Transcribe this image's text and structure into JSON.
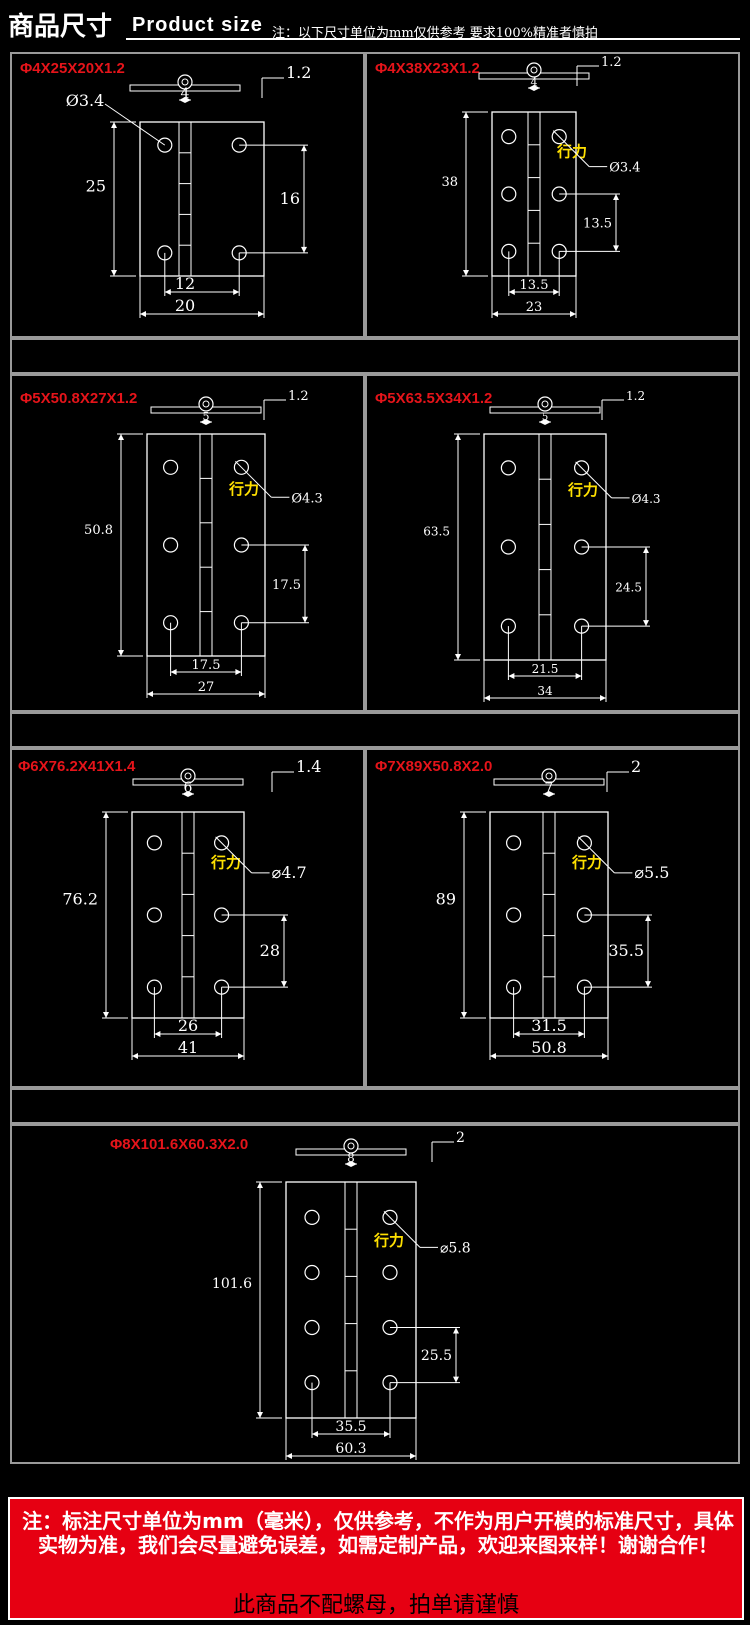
{
  "header": {
    "title_cn": "商品尺寸",
    "title_en": "Product size",
    "note": "注：以下尺寸单位为mm仅供参考 要求100%精准者慎拍"
  },
  "brand_text": "行力",
  "colors": {
    "background": "#000000",
    "spec": "#e5141a",
    "brand": "#ffe000",
    "footer": "#e60012",
    "border": "#9a9a9a"
  },
  "hinges": [
    {
      "spec": "Φ4X25X20X1.2",
      "thickness": "1.2",
      "knuckle": "4",
      "hole": "Ø3.4",
      "height": "25",
      "hole_pitch": "16",
      "hole_span": "12",
      "width": "20"
    },
    {
      "spec": "Φ4X38X23X1.2",
      "thickness": "1.2",
      "knuckle": "4",
      "hole": "Ø3.4",
      "height": "38",
      "hole_pitch": "13.5",
      "hole_span": "13.5",
      "width": "23"
    },
    {
      "spec": "Φ5X50.8X27X1.2",
      "thickness": "1.2",
      "knuckle": "5",
      "hole": "Ø4.3",
      "height": "50.8",
      "hole_pitch": "17.5",
      "hole_span": "17.5",
      "width": "27"
    },
    {
      "spec": "Φ5X63.5X34X1.2",
      "thickness": "1.2",
      "knuckle": "5",
      "hole": "Ø4.3",
      "height": "63.5",
      "hole_pitch": "24.5",
      "hole_span": "21.5",
      "width": "34"
    },
    {
      "spec": "Φ6X76.2X41X1.4",
      "thickness": "1.4",
      "knuckle": "6",
      "hole": "⌀4.7",
      "height": "76.2",
      "hole_pitch": "28",
      "hole_span": "26",
      "width": "41"
    },
    {
      "spec": "Φ7X89X50.8X2.0",
      "thickness": "2",
      "knuckle": "7",
      "hole": "⌀5.5",
      "height": "89",
      "hole_pitch": "35.5",
      "hole_span": "31.5",
      "width": "50.8"
    },
    {
      "spec": "Φ8X101.6X60.3X2.0",
      "thickness": "2",
      "knuckle": "8",
      "hole": "⌀5.8",
      "height": "101.6",
      "hole_pitch": "25.5",
      "hole_span": "35.5",
      "width": "60.3"
    }
  ],
  "footer": {
    "note": "注：标注尺寸单位为mm（毫米），仅供参考，不作为用户开模的标准尺寸，具体实物为准，我们会尽量避免误差，如需定制产品，欢迎来图来样！谢谢合作！",
    "warning": "此商品不配螺母，拍单请谨慎"
  }
}
